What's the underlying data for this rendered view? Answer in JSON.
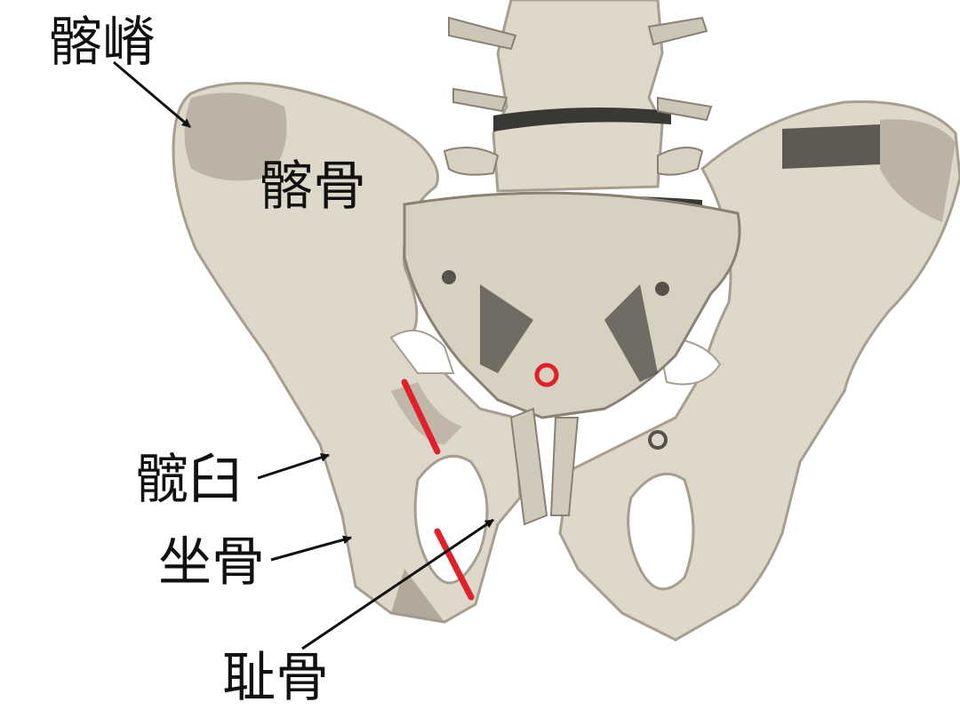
{
  "labels": {
    "iliac_crest": "髂嵴",
    "ilium": "髂骨",
    "acetabulum": "髋臼",
    "ischium": "坐骨",
    "pubis": "耻骨"
  },
  "colors": {
    "bone": "#ddd8ca",
    "bone_shadow": "#b4aa9b",
    "marker": "#e0202a",
    "text": "#111111"
  },
  "icons": [
    "arrow-icon",
    "red-line-marker",
    "red-circle-marker"
  ]
}
